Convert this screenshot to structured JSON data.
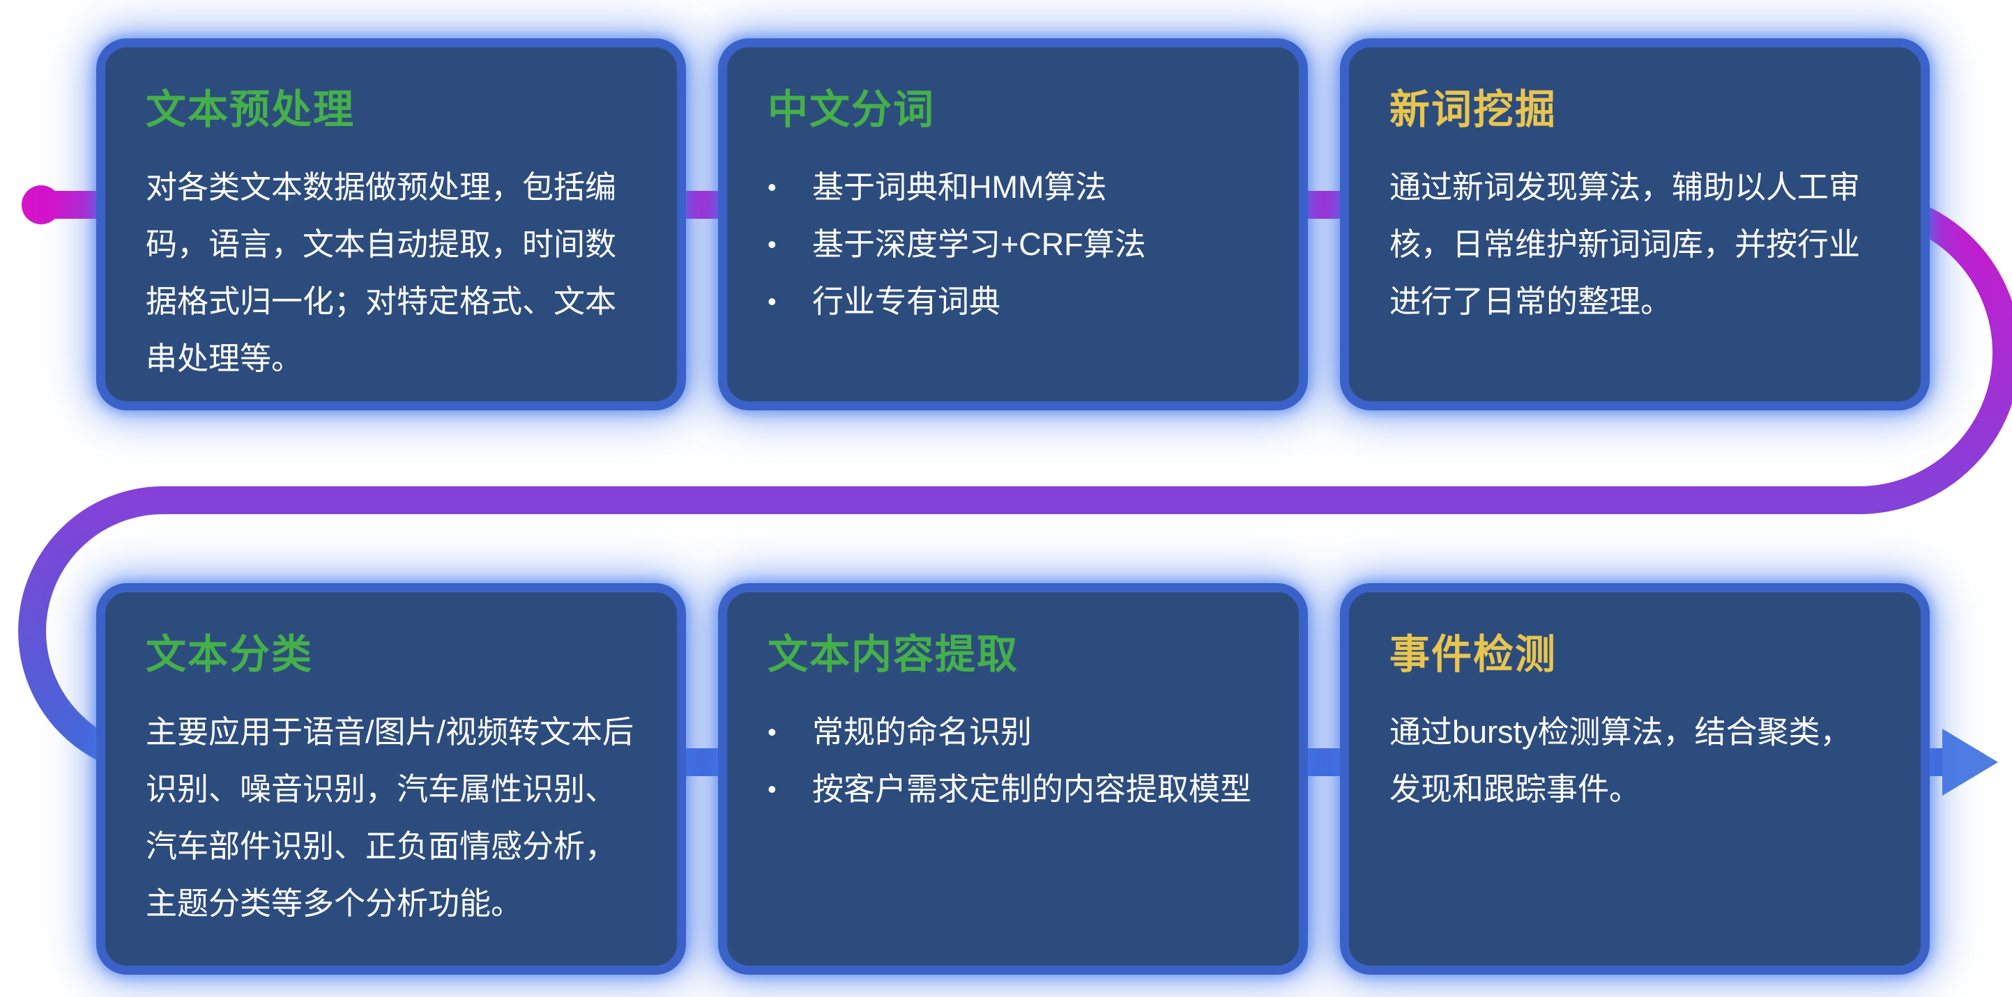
{
  "colors": {
    "line-start": "#d414cb",
    "line-mid": "#8a3ed8",
    "line-end": "#3f6cd6",
    "arrow-blue": "#4f7de2",
    "card-bg": "#2d4c7e",
    "card-border": "#3a62c8",
    "title-green": "#45b04a",
    "title-yellow": "#e8c54e",
    "body-text": "#ffffff"
  },
  "flow": {
    "bullet_char": "•"
  },
  "cards": [
    {
      "title": "文本预处理",
      "title_color": "green",
      "body": "对各类文本数据做预处理，包括编码，语言，文本自动提取，时间数据格式归一化；对特定格式、文本串处理等。"
    },
    {
      "title": "中文分词",
      "title_color": "green",
      "bullets": [
        "基于词典和HMM算法",
        "基于深度学习+CRF算法",
        "行业专有词典"
      ]
    },
    {
      "title": "新词挖掘",
      "title_color": "yellow",
      "body": "通过新词发现算法，辅助以人工审核，日常维护新词词库，并按行业进行了日常的整理。"
    },
    {
      "title": "文本分类",
      "title_color": "green",
      "body": "主要应用于语音/图片/视频转文本后识别、噪音识别，汽车属性识别、汽车部件识别、正负面情感分析，主题分类等多个分析功能。"
    },
    {
      "title": "文本内容提取",
      "title_color": "green",
      "bullets": [
        "常规的命名识别",
        "按客户需求定制的内容提取模型"
      ]
    },
    {
      "title": "事件检测",
      "title_color": "yellow",
      "body": "通过bursty检测算法，结合聚类，发现和跟踪事件。"
    }
  ]
}
